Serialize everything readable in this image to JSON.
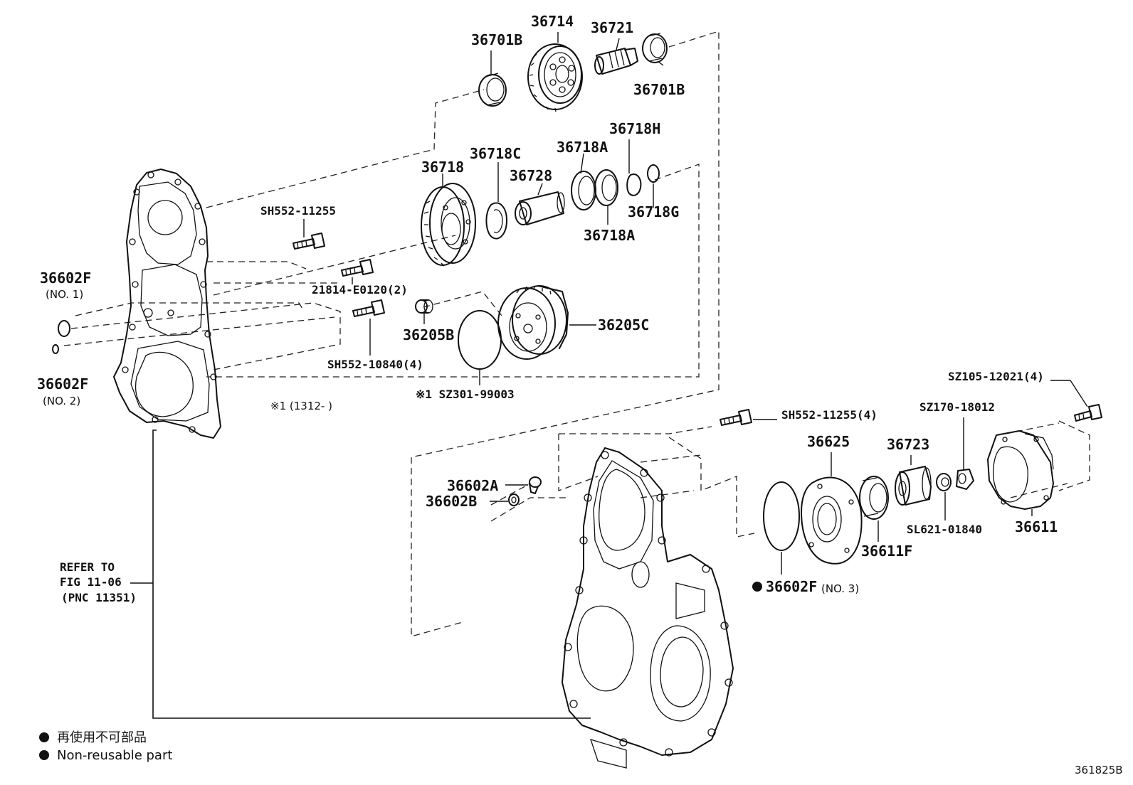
{
  "figure_id": "361825B",
  "labels": {
    "p36701B_top": "36701B",
    "p36714": "36714",
    "p36721": "36721",
    "p36701B_right": "36701B",
    "p36718H": "36718H",
    "p36718C": "36718C",
    "p36718A_top": "36718A",
    "p36718": "36718",
    "p36728": "36728",
    "p36718G": "36718G",
    "p36718A_bottom": "36718A",
    "pSH552_11255": "SH552-11255",
    "p21814_E0120": "21814-E0120(2)",
    "p36602F_no1": "36602F",
    "p36602F_no1_sub": "(NO. 1)",
    "p36602F_no2": "36602F",
    "p36602F_no2_sub": "(NO. 2)",
    "p36205B": "36205B",
    "p36205C": "36205C",
    "pSH552_10840": "SH552-10840(4)",
    "pSZ301_99003": "※1 SZ301-99003",
    "note_1312": "※1 (1312-        )",
    "pSH552_11255_4": "SH552-11255(4)",
    "pSZ105_12021": "SZ105-12021(4)",
    "pSZ170_18012": "SZ170-18012",
    "p36625": "36625",
    "p36723": "36723",
    "p36602A": "36602A",
    "p36602B": "36602B",
    "p36611F": "36611F",
    "pSL621_01840": "SL621-01840",
    "p36611": "36611",
    "p36602F_no3": "36602F",
    "p36602F_no3_sub": "(NO. 3)",
    "refer_line1": "REFER TO",
    "refer_line2": "FIG 11-06",
    "refer_line3": "(PNC 11351)"
  },
  "legend": {
    "line_jp": "再使用不可部品",
    "line_en": "Non-reusable part"
  },
  "icons": {
    "non_reusable_marker": "filled-circle-icon"
  }
}
